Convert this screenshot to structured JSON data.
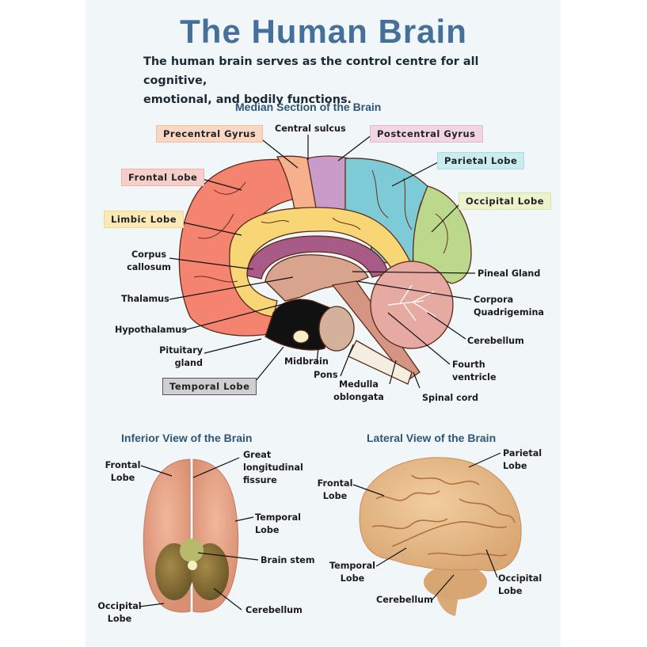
{
  "header": {
    "title": "The Human Brain",
    "subtitle_line1": "The human brain serves as the control centre for all cognitive,",
    "subtitle_line2": "emotional, and bodily functions."
  },
  "median_section": {
    "title": "Median Section of the Brain",
    "boxed_labels": {
      "precentral_gyrus": "Precentral Gyrus",
      "postcentral_gyrus": "Postcentral Gyrus",
      "frontal_lobe": "Frontal Lobe",
      "parietal_lobe": "Parietal Lobe",
      "limbic_lobe": "Limbic Lobe",
      "occipital_lobe": "Occipital Lobe",
      "temporal_lobe": "Temporal Lobe"
    },
    "labels": {
      "central_sulcus": "Central sulcus",
      "corpus_callosum_1": "Corpus",
      "corpus_callosum_2": "callosum",
      "thalamus": "Thalamus",
      "hypothalamus": "Hypothalamus",
      "pituitary_1": "Pituitary",
      "pituitary_2": "gland",
      "midbrain": "Midbrain",
      "pons": "Pons",
      "medulla_1": "Medulla",
      "medulla_2": "oblongata",
      "spinal_cord": "Spinal cord",
      "pineal_gland": "Pineal Gland",
      "corpora_1": "Corpora",
      "corpora_2": "Quadrigemina",
      "cerebellum": "Cerebellum",
      "fourth_ventricle_1": "Fourth",
      "fourth_ventricle_2": "ventricle"
    },
    "colors": {
      "frontal": "#f4836f",
      "precentral": "#f7b08c",
      "postcentral": "#c99bc9",
      "parietal": "#7ccbd6",
      "occipital": "#bcd98b",
      "limbic": "#f8d675",
      "corpus_callosum": "#a85b86",
      "cerebellum": "#e7aaa3",
      "brainstem": "#d49682"
    }
  },
  "inferior_view": {
    "title": "Inferior View of the Brain",
    "labels": {
      "frontal_1": "Frontal",
      "frontal_2": "Lobe",
      "fissure_1": "Great",
      "fissure_2": "longitudinal",
      "fissure_3": "fissure",
      "temporal_1": "Temporal",
      "temporal_2": "Lobe",
      "brain_stem": "Brain stem",
      "occipital_1": "Occipital",
      "occipital_2": "Lobe",
      "cerebellum": "Cerebellum"
    }
  },
  "lateral_view": {
    "title": "Lateral View of the Brain",
    "labels": {
      "parietal_1": "Parietal",
      "parietal_2": "Lobe",
      "frontal_1": "Frontal",
      "frontal_2": "Lobe",
      "temporal_1": "Temporal",
      "temporal_2": "Lobe",
      "occipital_1": "Occipital",
      "occipital_2": "Lobe",
      "cerebellum": "Cerebellum"
    }
  },
  "label_box_colors": {
    "precentral": "#f8d7c4",
    "postcentral": "#f1d6e2",
    "frontal": "#f7cfc9",
    "parietal": "#c9ecef",
    "limbic": "#fbeab8",
    "occipital": "#ecf3cc",
    "temporal": "#cfcfcf"
  }
}
